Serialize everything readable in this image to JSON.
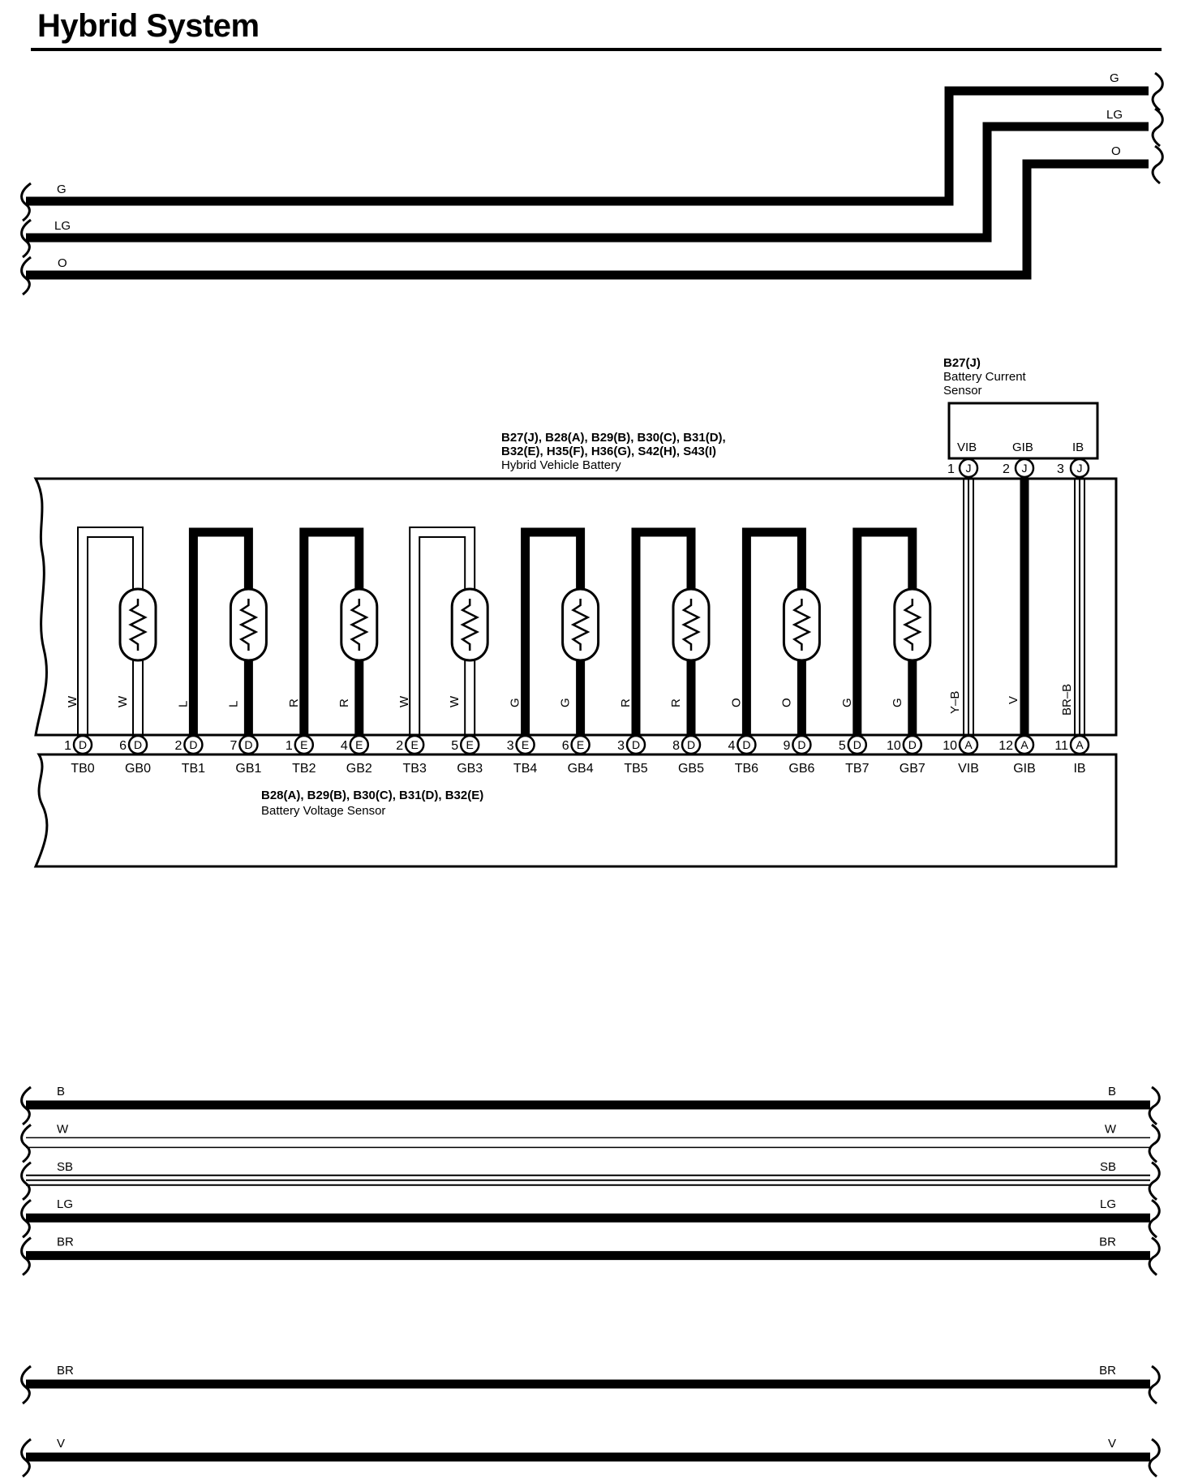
{
  "title": "Hybrid System",
  "top_wires": {
    "left_labels": [
      "G",
      "LG",
      "O"
    ],
    "right_labels": [
      "G",
      "LG",
      "O"
    ]
  },
  "hv_battery": {
    "codes_line1": "B27(J), B28(A), B29(B), B30(C), B31(D),",
    "codes_line2": "B32(E), H35(F), H36(G), S42(H), S43(I)",
    "name": "Hybrid Vehicle Battery"
  },
  "current_sensor": {
    "code": "B27(J)",
    "name_line1": "Battery Current",
    "name_line2": "Sensor",
    "terminals": [
      {
        "name": "VIB",
        "pin": "1",
        "conn": "J"
      },
      {
        "name": "GIB",
        "pin": "2",
        "conn": "J"
      },
      {
        "name": "IB",
        "pin": "3",
        "conn": "J"
      }
    ]
  },
  "voltage_sensor": {
    "codes": "B28(A), B29(B), B30(C), B31(D), B32(E)",
    "name": "Battery Voltage Sensor"
  },
  "thermistors": [
    {
      "left_color": "W",
      "right_color": "W",
      "style": "hollow"
    },
    {
      "left_color": "L",
      "right_color": "L",
      "style": "solid"
    },
    {
      "left_color": "R",
      "right_color": "R",
      "style": "solid"
    },
    {
      "left_color": "W",
      "right_color": "W",
      "style": "hollow"
    },
    {
      "left_color": "G",
      "right_color": "G",
      "style": "solid"
    },
    {
      "left_color": "R",
      "right_color": "R",
      "style": "solid"
    },
    {
      "left_color": "O",
      "right_color": "O",
      "style": "solid"
    },
    {
      "left_color": "G",
      "right_color": "G",
      "style": "solid"
    }
  ],
  "sensor_wires": [
    {
      "color": "Y–B",
      "style": "double"
    },
    {
      "color": "V",
      "style": "solid"
    },
    {
      "color": "BR–B",
      "style": "double"
    }
  ],
  "terminals": [
    {
      "pin": "1",
      "conn": "D",
      "name": "TB0"
    },
    {
      "pin": "6",
      "conn": "D",
      "name": "GB0"
    },
    {
      "pin": "2",
      "conn": "D",
      "name": "TB1"
    },
    {
      "pin": "7",
      "conn": "D",
      "name": "GB1"
    },
    {
      "pin": "1",
      "conn": "E",
      "name": "TB2"
    },
    {
      "pin": "4",
      "conn": "E",
      "name": "GB2"
    },
    {
      "pin": "2",
      "conn": "E",
      "name": "TB3"
    },
    {
      "pin": "5",
      "conn": "E",
      "name": "GB3"
    },
    {
      "pin": "3",
      "conn": "E",
      "name": "TB4"
    },
    {
      "pin": "6",
      "conn": "E",
      "name": "GB4"
    },
    {
      "pin": "3",
      "conn": "D",
      "name": "TB5"
    },
    {
      "pin": "8",
      "conn": "D",
      "name": "GB5"
    },
    {
      "pin": "4",
      "conn": "D",
      "name": "TB6"
    },
    {
      "pin": "9",
      "conn": "D",
      "name": "GB6"
    },
    {
      "pin": "5",
      "conn": "D",
      "name": "TB7"
    },
    {
      "pin": "10",
      "conn": "D",
      "name": "GB7"
    },
    {
      "pin": "10",
      "conn": "A",
      "name": "VIB"
    },
    {
      "pin": "12",
      "conn": "A",
      "name": "GIB"
    },
    {
      "pin": "11",
      "conn": "A",
      "name": "IB"
    }
  ],
  "bottom_bus": [
    {
      "label": "B",
      "style": "solid"
    },
    {
      "label": "W",
      "style": "hollow"
    },
    {
      "label": "SB",
      "style": "double"
    },
    {
      "label": "LG",
      "style": "solid"
    },
    {
      "label": "BR",
      "style": "solid"
    }
  ],
  "bottom_lines": [
    {
      "label": "BR"
    },
    {
      "label": "V"
    }
  ]
}
